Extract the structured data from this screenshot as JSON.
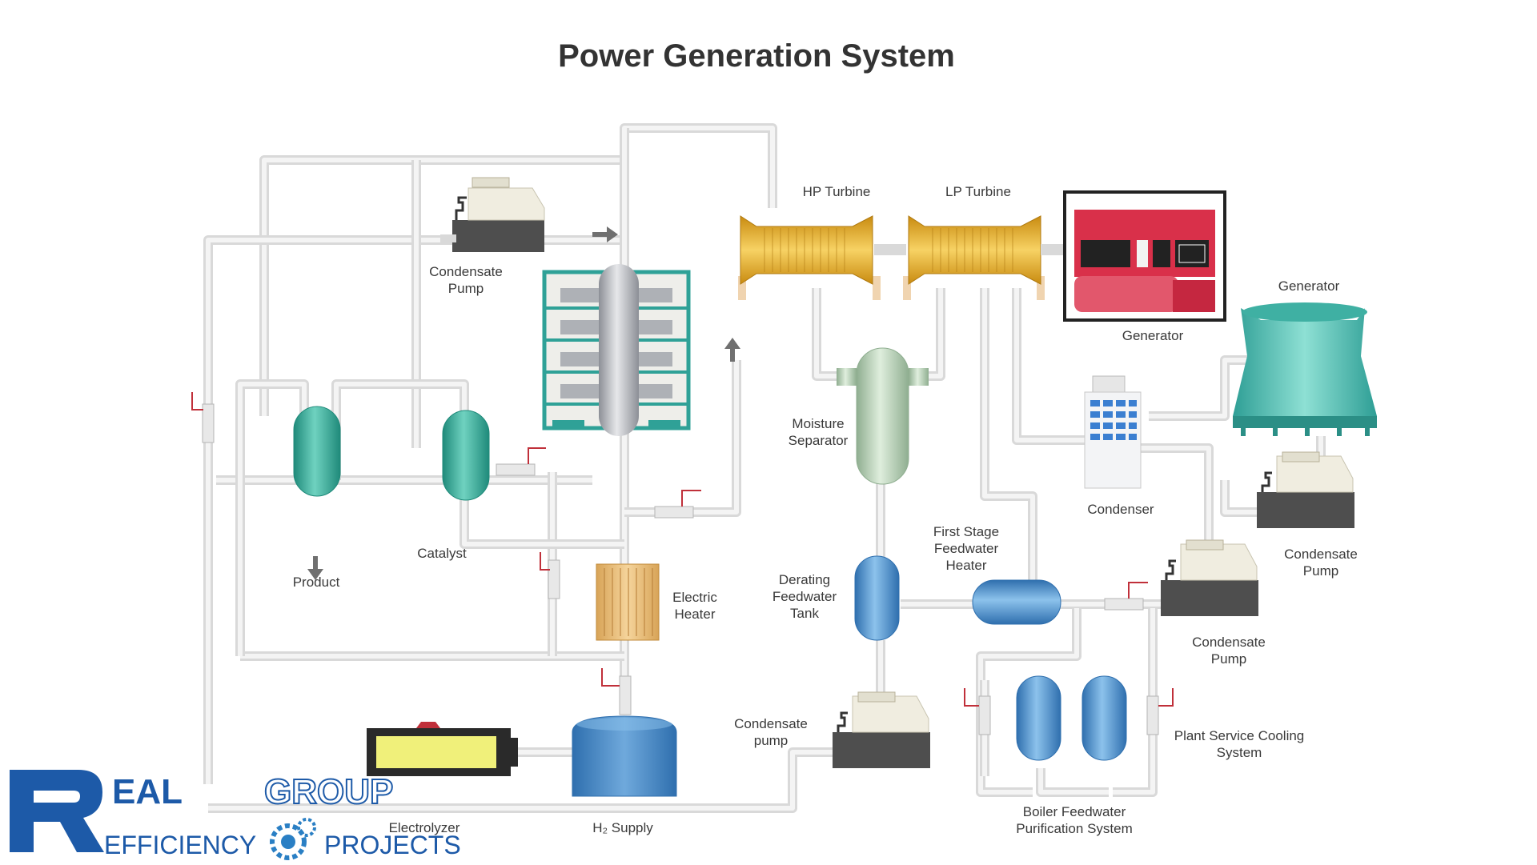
{
  "title": "Power Generation System",
  "labels": {
    "hp_turbine": "HP Turbine",
    "lp_turbine": "LP Turbine",
    "generator_top": "Generator",
    "generator_bottom": "Generator",
    "condensate_pump_top": [
      "Condensate",
      "Pump"
    ],
    "moisture_separator": [
      "Moisture",
      "Separator"
    ],
    "condenser": "Condenser",
    "condensate_pump_right": [
      "Condensate",
      "Pump"
    ],
    "condensate_pump_mid": [
      "Condensate",
      "Pump"
    ],
    "condensate_pump_bottom": [
      "Condensate",
      "pump"
    ],
    "first_stage_heater": [
      "First Stage",
      "Feedwater",
      "Heater"
    ],
    "derating_tank": [
      "Derating",
      "Feedwater",
      "Tank"
    ],
    "electric_heater": [
      "Electric",
      "Heater"
    ],
    "product": "Product",
    "catalyst": "Catalyst",
    "plant_service_cooling": [
      "Plant Service Cooling",
      "System"
    ],
    "boiler_feedwater": [
      "Boiler Feedwater",
      "Purification System"
    ],
    "h2_supply": "H₂ Supply",
    "electrolyzer": "Electrolyzer"
  },
  "logo": {
    "r_letters": "EAL",
    "group": "GROUP",
    "efficiency": "EFFICIENCY",
    "projects": "PROJECTS"
  },
  "colors": {
    "pipe": "#d9d9d9",
    "turbine": "#e8b023",
    "generator": "#d9304a",
    "teal_vessel": "#36a898",
    "blue_vessel": "#4a90c8",
    "logo_blue": "#1d5aa8"
  }
}
